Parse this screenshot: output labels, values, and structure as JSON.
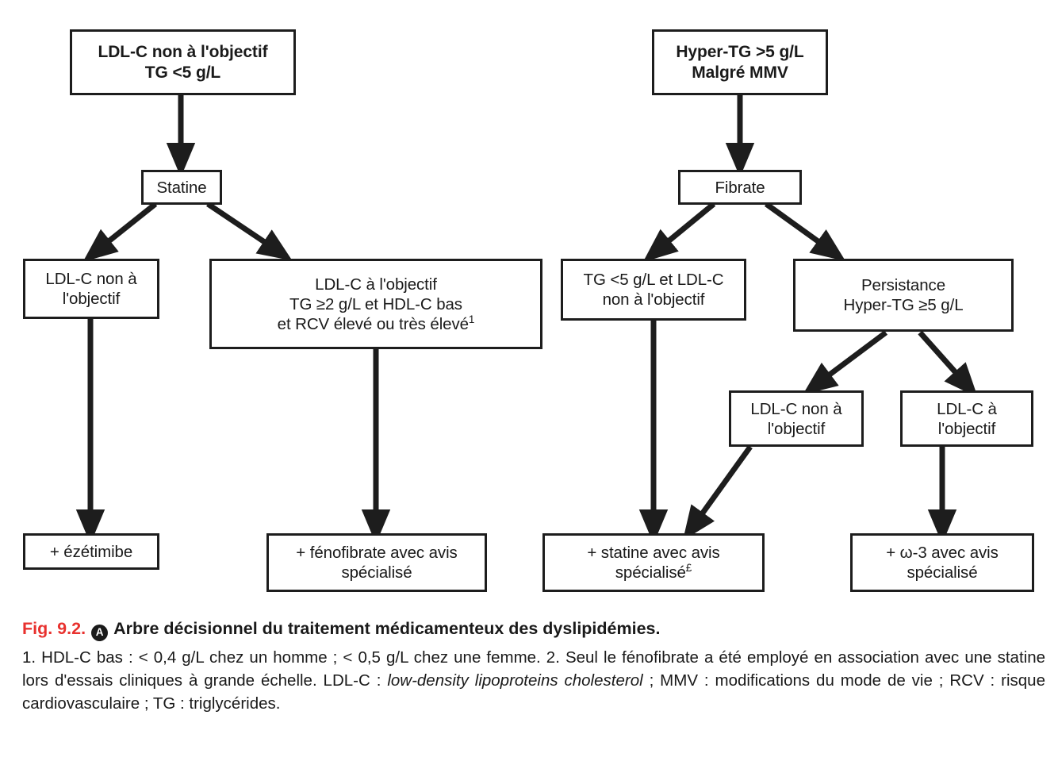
{
  "figure": {
    "number": "Fig. 9.2.",
    "grade": "A",
    "title": "Arbre décisionnel du traitement médicamenteux des dyslipidémies.",
    "footnote_part1": "1. HDL-C bas : < 0,4 g/L chez un homme ; < 0,5 g/L chez une femme. 2. Seul le fénofibrate a été employé en association avec une statine lors d'essais cliniques à grande échelle. LDL-C : ",
    "footnote_italic": "low-density lipoproteins cholesterol",
    "footnote_part2": " ; MMV : modifications du mode de vie ; RCV : risque cardiovasculaire ; TG : triglycérides.",
    "accent_color": "#e8312e",
    "line_color": "#1d1d1d"
  },
  "flowchart": {
    "type": "decision-tree",
    "left_branch": {
      "root": "LDL-C non à l'objectif\nTG <5 g/L",
      "treatment": "Statine",
      "outcome_left": "LDL-C non à\nl'objectif",
      "outcome_right": "LDL-C à l'objectif\nTG ≥2 g/L et HDL-C bas\net RCV élevé ou très élevé",
      "outcome_right_sup": "1",
      "result_left": "+ ézétimibe",
      "result_right": "+ fénofibrate avec avis\nspécialisé"
    },
    "right_branch": {
      "root": "Hyper-TG >5 g/L\nMalgré MMV",
      "treatment": "Fibrate",
      "outcome_left": "TG <5 g/L et LDL-C\nnon à l'objectif",
      "outcome_right": "Persistance\nHyper-TG ≥5 g/L",
      "sub_outcome_left": "LDL-C non à\nl'objectif",
      "sub_outcome_right": "LDL-C à\nl'objectif",
      "result_left": "+ statine avec avis\nspécialisé",
      "result_left_sup": "£",
      "result_right": "+ ω-3 avec avis\nspécialisé"
    }
  }
}
